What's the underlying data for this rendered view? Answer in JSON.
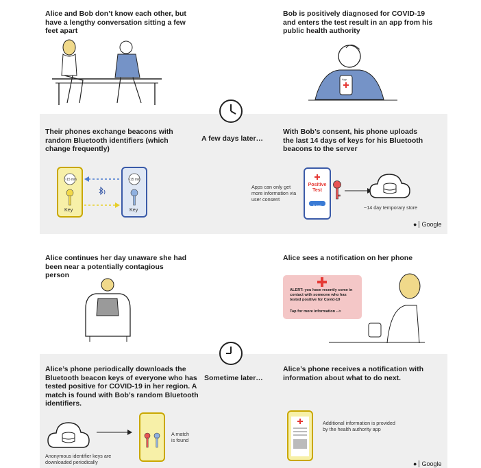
{
  "captions": {
    "c1": "Alice and Bob don’t know each other, but have a lengthy conversation sitting a few feet apart",
    "c2": "Bob is positively diagnosed for COVID-19 and enters the test result in an app from his public health authority",
    "c3": "Their phones exchange beacons with random Bluetooth identifiers (which change frequently)",
    "c4": "With Bob’s consent, his phone uploads the last 14 days of keys for his Bluetooth beacons to the server",
    "c5": "Alice continues her day unaware she had been near a potentially contagious person",
    "c6": "Alice sees a notification on her phone",
    "c7": "Alice’s phone periodically downloads the Bluetooth beacon keys of everyone who has tested positive for COVID-19 in her region. A match is found with Bob’s random Bluetooth identifiers.",
    "c8": "Alice’s phone receives a notification with information about what to do next."
  },
  "time_labels": {
    "first": "A few days later…",
    "second": "Sometime later…"
  },
  "phones": {
    "key_label": "Key",
    "timer_a": "~15 min",
    "timer_b": "~15 min",
    "positive_test": "Positive Test",
    "submit": "Submit",
    "app_label": "App"
  },
  "notes": {
    "consent": "Apps can only get more information via user consent",
    "store": "~14 day temporary store",
    "match": "A match is found",
    "download": "Anonymous identifier keys are downloaded periodically",
    "additional": "Additional information is provided by the health authority app"
  },
  "alert": {
    "text": "ALERT: you have recently come in contact with someone who has tested positive for Covid-19",
    "tap": "Tap for more information -->"
  },
  "brand": {
    "apple": "",
    "google": "Google"
  }
}
